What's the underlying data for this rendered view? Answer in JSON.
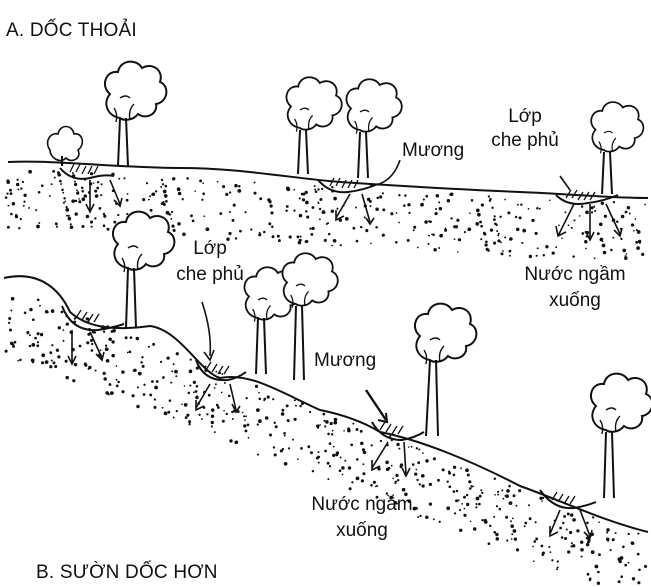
{
  "titles": {
    "section_a": "A. DỐC THOẢI",
    "section_b": "B. SƯỜN DỐC HƠN"
  },
  "labels_a": {
    "ditch": "Mương",
    "cover_line1": "Lớp",
    "cover_line2": "che phủ",
    "water_line1": "Nước ngầm",
    "water_line2": "xuống"
  },
  "labels_b": {
    "cover_line1": "Lớp",
    "cover_line2": "che phủ",
    "ditch": "Mương",
    "water_line1": "Nước ngầm",
    "water_line2": "xuống"
  },
  "colors": {
    "ink": "#111111",
    "background": "#ffffff"
  }
}
